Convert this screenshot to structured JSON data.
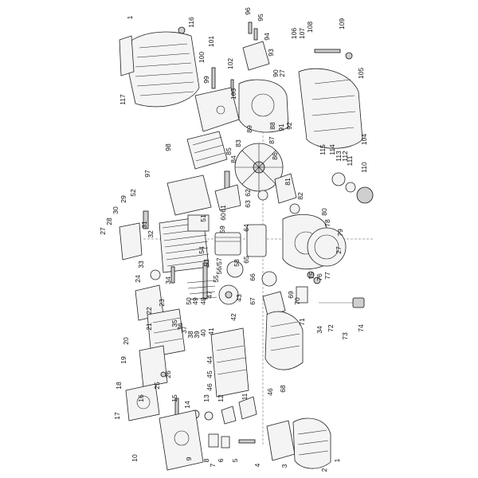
{
  "diagram": {
    "type": "exploded-parts-diagram",
    "orientation": "rotated-90-ccw",
    "part_labels": [
      "1",
      "2",
      "3",
      "4",
      "5",
      "6",
      "7",
      "8",
      "9",
      "10",
      "11",
      "12",
      "13",
      "14",
      "15",
      "16",
      "17",
      "18",
      "19",
      "20",
      "21",
      "22",
      "23",
      "24",
      "25",
      "26",
      "27",
      "28",
      "29",
      "30",
      "31",
      "32",
      "33",
      "34",
      "35",
      "36",
      "37",
      "38",
      "39",
      "40",
      "41",
      "42",
      "43",
      "44",
      "45",
      "46",
      "47",
      "48",
      "49",
      "50",
      "51",
      "52",
      "53",
      "54",
      "55",
      "56/57",
      "58",
      "59",
      "60",
      "61",
      "62",
      "63",
      "64",
      "65",
      "66",
      "67",
      "68",
      "69",
      "70",
      "71",
      "72",
      "73",
      "74",
      "75",
      "76",
      "77",
      "78",
      "79",
      "80",
      "81",
      "82",
      "83",
      "84",
      "85",
      "86",
      "87",
      "88",
      "89",
      "90",
      "91",
      "92",
      "93",
      "94",
      "95",
      "96",
      "97",
      "98",
      "99",
      "100",
      "101",
      "102",
      "103",
      "104",
      "105",
      "106",
      "107",
      "108",
      "109",
      "110",
      "111",
      "112",
      "113",
      "114",
      "115",
      "116",
      "117"
    ]
  },
  "colors": {
    "line": "#222222",
    "fill": "#f4f4f4",
    "shade": "#cfcfcf",
    "background": "#ffffff"
  }
}
